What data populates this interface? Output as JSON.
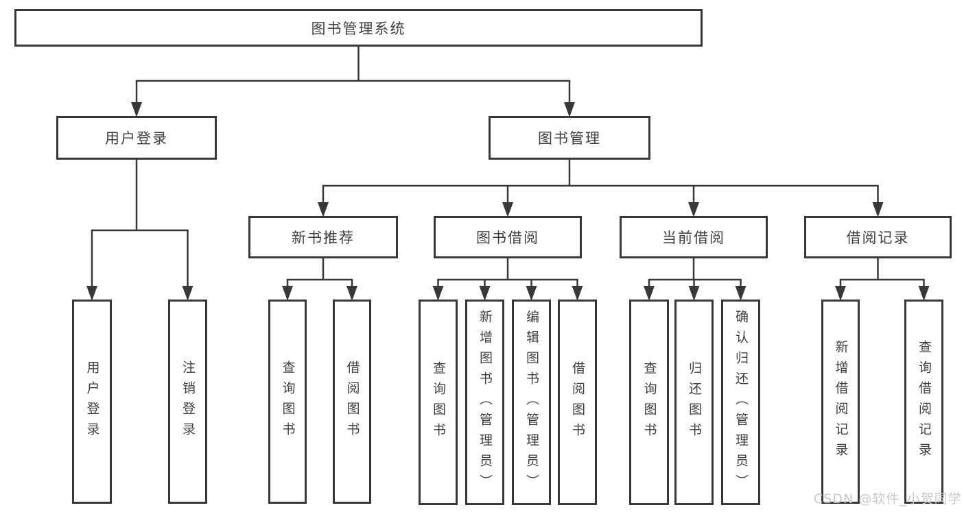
{
  "diagram": {
    "title": "图书管理系统",
    "watermark": "CSDN @软件_小贺同学",
    "colors": {
      "stroke": "#383838",
      "text": "#3f3f3f",
      "background": "#ffffff",
      "watermark": "#c9c9c9"
    },
    "nodes": [
      {
        "id": "root",
        "label": "图书管理系统",
        "parent": null,
        "vertical": false
      },
      {
        "id": "user-login",
        "label": "用户登录",
        "parent": "root",
        "vertical": false
      },
      {
        "id": "book-mgmt",
        "label": "图书管理",
        "parent": "root",
        "vertical": false
      },
      {
        "id": "new-book-rec",
        "label": "新书推荐",
        "parent": "book-mgmt",
        "vertical": false
      },
      {
        "id": "book-borrow",
        "label": "图书借阅",
        "parent": "book-mgmt",
        "vertical": false
      },
      {
        "id": "current-borrow",
        "label": "当前借阅",
        "parent": "book-mgmt",
        "vertical": false
      },
      {
        "id": "borrow-record",
        "label": "借阅记录",
        "parent": "book-mgmt",
        "vertical": false
      },
      {
        "id": "login",
        "label": "用户登录",
        "parent": "user-login",
        "vertical": true
      },
      {
        "id": "logout",
        "label": "注销登录",
        "parent": "user-login",
        "vertical": true
      },
      {
        "id": "rec-query-book",
        "label": "查询图书",
        "parent": "new-book-rec",
        "vertical": true
      },
      {
        "id": "rec-borrow-book",
        "label": "借阅图书",
        "parent": "new-book-rec",
        "vertical": true
      },
      {
        "id": "bb-query-book",
        "label": "查询图书",
        "parent": "book-borrow",
        "vertical": true
      },
      {
        "id": "bb-add-book",
        "label": "新增图书（管理员）",
        "parent": "book-borrow",
        "vertical": true
      },
      {
        "id": "bb-edit-book",
        "label": "编辑图书（管理员）",
        "parent": "book-borrow",
        "vertical": true
      },
      {
        "id": "bb-borrow-book",
        "label": "借阅图书",
        "parent": "book-borrow",
        "vertical": true
      },
      {
        "id": "cb-query-book",
        "label": "查询图书",
        "parent": "current-borrow",
        "vertical": true
      },
      {
        "id": "cb-return-book",
        "label": "归还图书",
        "parent": "current-borrow",
        "vertical": true
      },
      {
        "id": "cb-confirm-return",
        "label": "确认归还（管理员）",
        "parent": "current-borrow",
        "vertical": true
      },
      {
        "id": "br-add-record",
        "label": "新增借阅记录",
        "parent": "borrow-record",
        "vertical": true
      },
      {
        "id": "br-query-record",
        "label": "查询借阅记录",
        "parent": "borrow-record",
        "vertical": true
      }
    ]
  }
}
